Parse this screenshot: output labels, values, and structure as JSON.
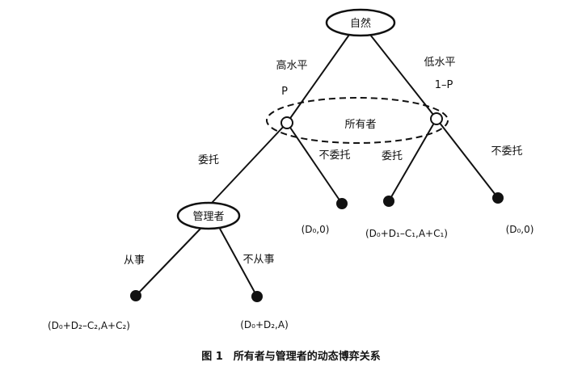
{
  "nodes": {
    "nature": "自然",
    "owner": "所有者",
    "manager": "管理者"
  },
  "edges": {
    "high": "高水平",
    "high_prob": "P",
    "low": "低水平",
    "low_prob": "1–P",
    "left_delegate": "委托",
    "left_not_delegate": "不委托",
    "right_delegate": "委托",
    "right_not_delegate": "不委托",
    "engage": "从事",
    "not_engage": "不从事"
  },
  "payoffs": {
    "engage": "(D₀+D₂–C₂,A+C₂)",
    "not_engage": "(D₀+D₂,A)",
    "left_not_delegate": "(D₀,0)",
    "right_delegate": "(D₀+D₁–C₁,A+C₁)",
    "right_not_delegate": "(D₀,0)"
  },
  "caption": "图 1　所有者与管理者的动态博弈关系",
  "colors": {
    "line": "#111111",
    "fill_terminal": "#111111",
    "background": "#ffffff"
  }
}
